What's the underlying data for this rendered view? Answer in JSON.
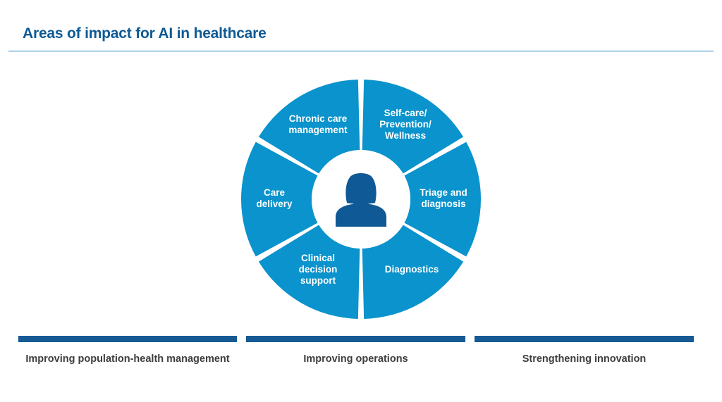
{
  "header": {
    "title": "Areas of impact for AI in healthcare"
  },
  "colors": {
    "segment": "#0a93cc",
    "person": "#0f5996",
    "bar": "#155a94",
    "title": "#0e5a94"
  },
  "wheel": {
    "center_icon": "person-icon",
    "segments": [
      {
        "label": "Self-care/\nPrevention/\nWellness"
      },
      {
        "label": "Triage and\ndiagnosis"
      },
      {
        "label": "Diagnostics"
      },
      {
        "label": "Clinical\ndecision\nsupport"
      },
      {
        "label": "Care\ndelivery"
      },
      {
        "label": "Chronic care\nmanagement"
      }
    ]
  },
  "footer": {
    "areas": [
      {
        "label": "Improving population-health management"
      },
      {
        "label": "Improving operations"
      },
      {
        "label": "Strengthening innovation"
      }
    ]
  }
}
